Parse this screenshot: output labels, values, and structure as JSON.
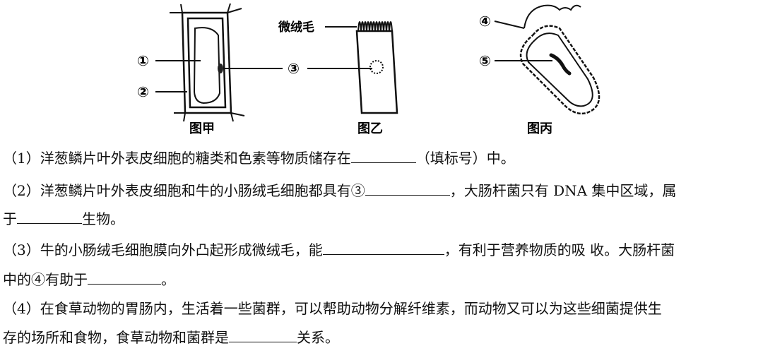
{
  "figure": {
    "label_1": "①",
    "label_2": "②",
    "label_3": "③",
    "label_4": "④",
    "label_5": "⑤",
    "microvilli_label": "微绒毛",
    "caption_a": "图甲",
    "caption_b": "图乙",
    "caption_c": "图丙"
  },
  "questions": {
    "q1": {
      "before": "（1）洋葱鳞片叶外表皮细胞的糖类和色素等物质储存在",
      "after": "（填标号）中。"
    },
    "q2": {
      "before": "（2）洋葱鳞片叶外表皮细胞和牛的小肠绒毛细胞都具有③",
      "middle": "，大肠杆菌只有 DNA 集中区域，属",
      "line2_before": "于",
      "after": "生物。"
    },
    "q3": {
      "before": "（3）牛的小肠绒毛细胞膜向外凸起形成微绒毛，能",
      "middle": "，有利于营养物质的吸  收。大肠杆菌",
      "line2_before": "中的④有助于",
      "after": "。"
    },
    "q4": {
      "line1": "（4）在食草动物的胃肠内，生活着一些菌群，可以帮助动物分解纤维素，而动物又可以为这些细菌提供生",
      "line2_before": "存的场所和食物，食草动物和菌群是",
      "after": "关系。"
    }
  }
}
